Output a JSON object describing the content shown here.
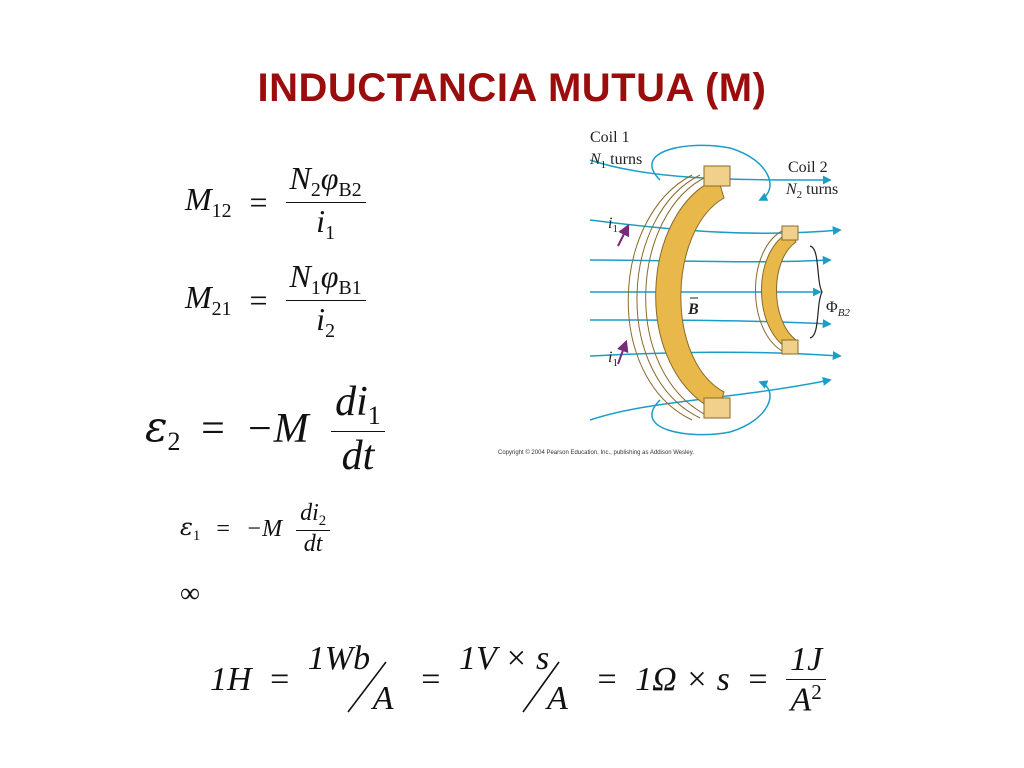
{
  "title": "INDUCTANCIA MUTUA (M)",
  "formulas": {
    "m12": {
      "lhs": "M",
      "lhs_sub": "12",
      "num_N": "N",
      "num_N_sub": "2",
      "num_phi": "φ",
      "num_phi_sub": "B2",
      "den": "i",
      "den_sub": "1"
    },
    "m21": {
      "lhs": "M",
      "lhs_sub": "21",
      "num_N": "N",
      "num_N_sub": "1",
      "num_phi": "φ",
      "num_phi_sub": "B1",
      "den": "i",
      "den_sub": "2"
    },
    "emf2": {
      "lhs": "ε",
      "lhs_sub": "2",
      "op": "=",
      "rhs": "−M",
      "num": "di",
      "num_sub": "1",
      "den": "dt"
    },
    "emf1": {
      "lhs": "ε",
      "lhs_sub": "1",
      "op": "=",
      "rhs": "−M",
      "num": "di",
      "num_sub": "2",
      "den": "dt"
    },
    "infinity": "∞",
    "units": {
      "h": "1H",
      "wb": "1Wb",
      "a1": "A",
      "vs": "1V × s",
      "a2": "A",
      "ohm": "1Ω × s",
      "j": "1J",
      "a3": "A",
      "a3_sup": "2"
    }
  },
  "diagram": {
    "coil1": "Coil 1",
    "coil1_turns_N": "N",
    "coil1_turns_sub": "1",
    "coil1_turns": "turns",
    "coil2": "Coil 2",
    "coil2_turns_N": "N",
    "coil2_turns_sub": "2",
    "coil2_turns": "turns",
    "i1_top": "i",
    "i1_top_sub": "1",
    "i1_bottom": "i",
    "i1_bottom_sub": "1",
    "b_label": "B",
    "phi_label": "Φ",
    "phi_sub": "B2",
    "copyright": "Copyright © 2004 Pearson Education, Inc., publishing as Addison Wesley."
  },
  "colors": {
    "title": "#9b0d0d",
    "field_lines": "#1a9ec8",
    "coil": "#e8b84a",
    "coil_dark": "#8a6a2a",
    "current_arrow": "#7a2a7a"
  }
}
